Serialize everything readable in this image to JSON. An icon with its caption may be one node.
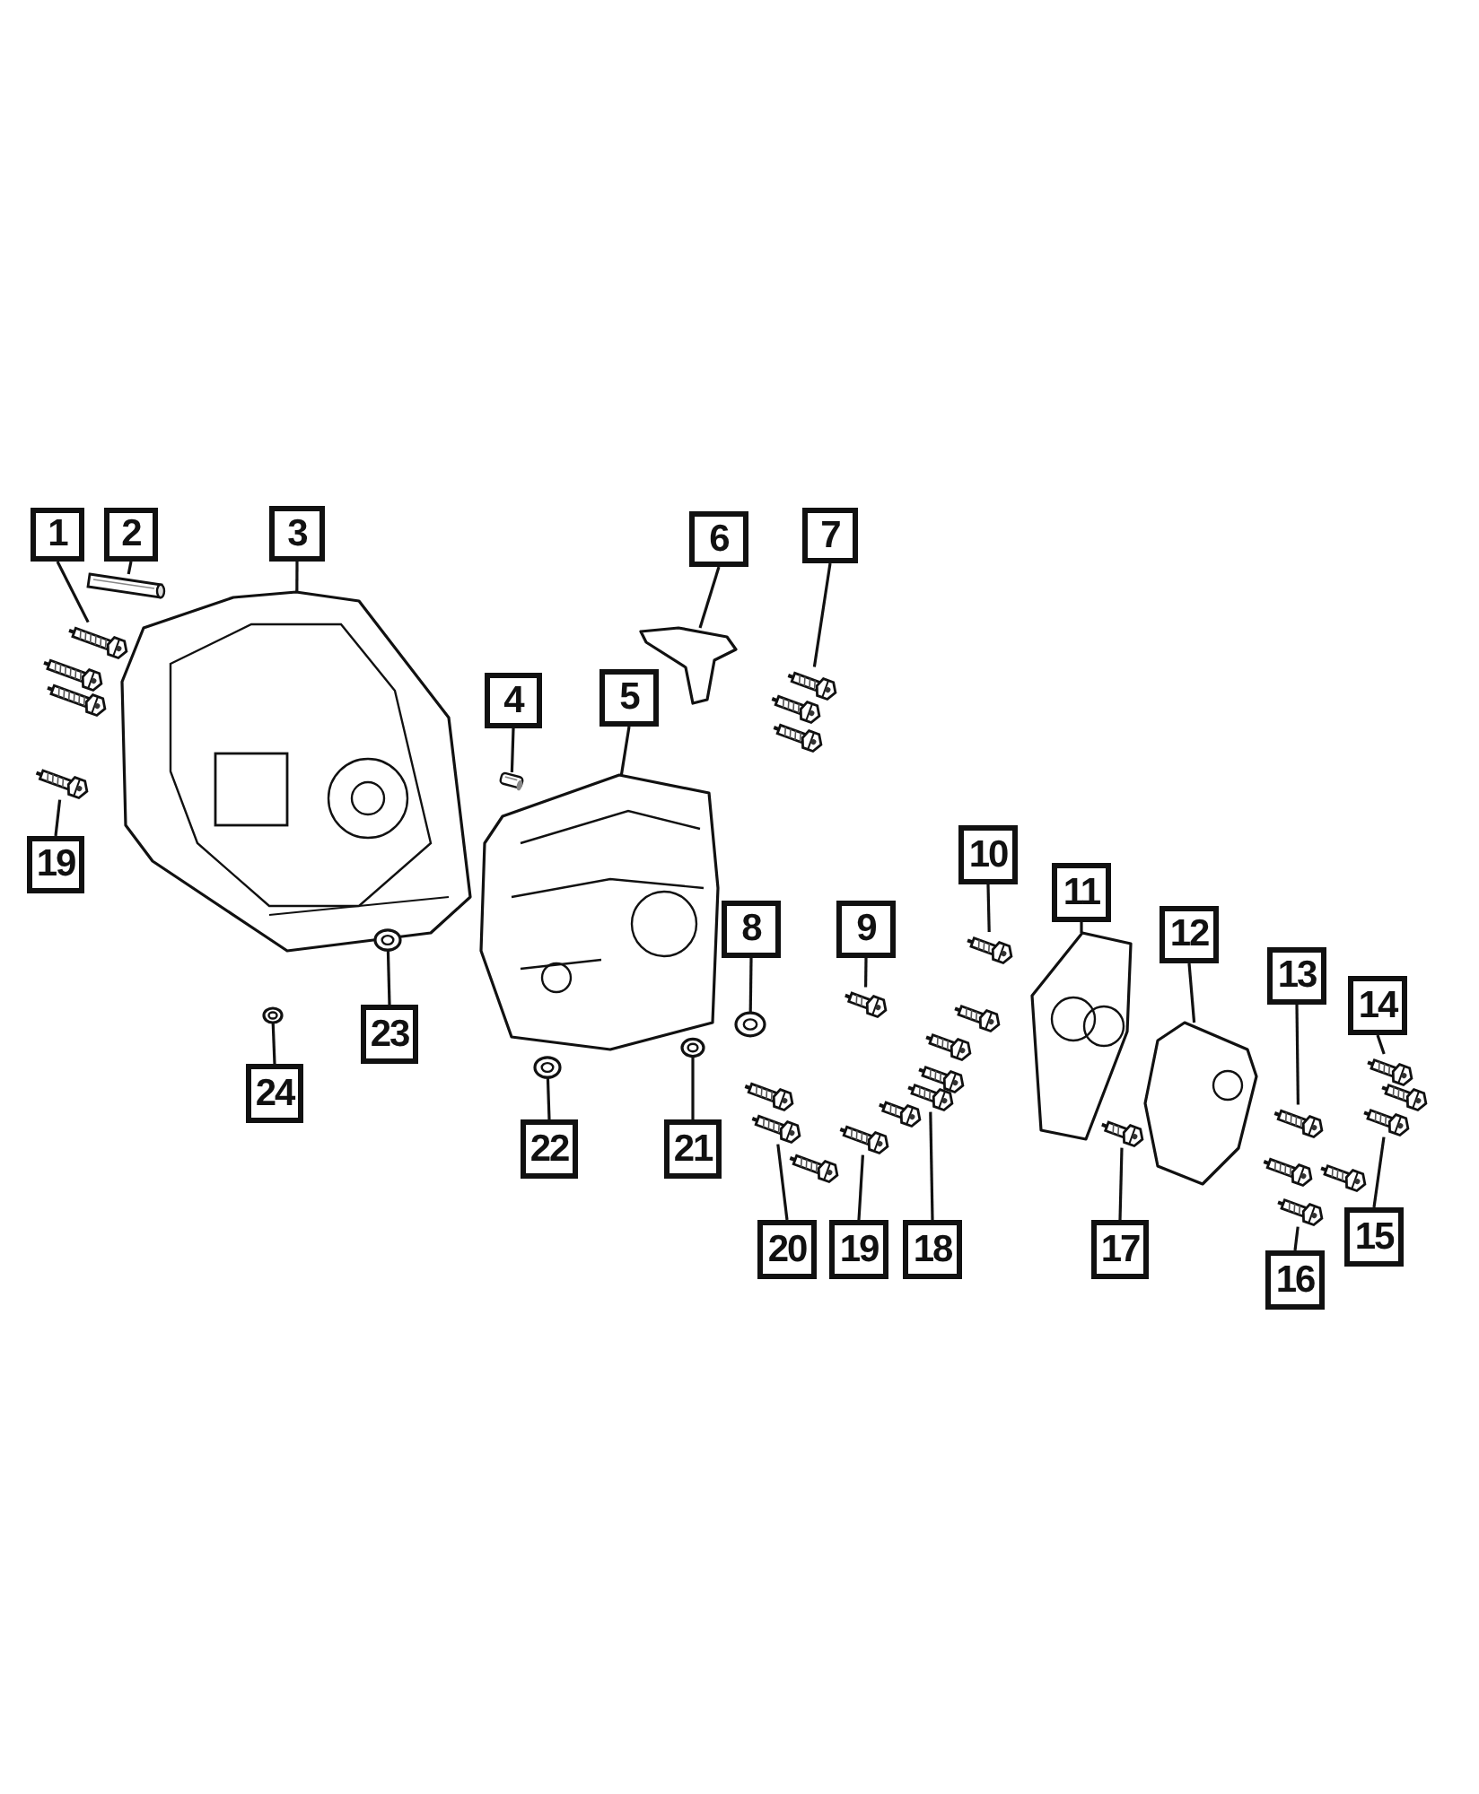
{
  "diagram": {
    "nodes": [
      {
        "text": [
          "1"
        ]
      },
      {
        "text": [
          "2"
        ]
      },
      {
        "text": [
          "3"
        ]
      },
      {
        "text": [
          "6"
        ]
      },
      {
        "text": [
          "7"
        ]
      },
      {
        "text": [
          "4"
        ]
      },
      {
        "text": [
          "5"
        ]
      },
      {
        "text": [
          "19"
        ]
      },
      {
        "text": [
          "10"
        ]
      },
      {
        "text": [
          "11"
        ]
      },
      {
        "text": [
          "8"
        ]
      },
      {
        "text": [
          "9"
        ]
      },
      {
        "text": [
          "12"
        ]
      },
      {
        "text": [
          "13"
        ]
      },
      {
        "text": [
          "14"
        ]
      },
      {
        "text": [
          "23"
        ]
      },
      {
        "text": [
          "24"
        ]
      },
      {
        "text": [
          "22"
        ]
      },
      {
        "text": [
          "21"
        ]
      },
      {
        "text": [
          "17"
        ]
      },
      {
        "text": [
          "15"
        ]
      },
      {
        "text": [
          "20"
        ]
      },
      {
        "text": [
          "19"
        ]
      },
      {
        "text": [
          "18"
        ]
      },
      {
        "text": [
          "16"
        ]
      },
      {
        "text": [],
        "shape": "picture"
      },
      {
        "text": [],
        "shape": "picture"
      },
      {
        "text": [],
        "shape": "picture"
      },
      {
        "text": [],
        "shape": "picture"
      },
      {
        "text": [],
        "shape": "picture"
      },
      {
        "text": [],
        "shape": "picture"
      },
      {
        "text": [],
        "shape": "picture"
      },
      {
        "text": [],
        "shape": "picture"
      },
      {
        "text": [],
        "shape": "picture"
      },
      {
        "text": [],
        "shape": "picture"
      },
      {
        "text": [],
        "shape": "picture"
      },
      {
        "text": [],
        "shape": "picture"
      },
      {
        "text": [],
        "shape": "picture"
      },
      {
        "text": [],
        "shape": "picture"
      },
      {
        "text": [],
        "shape": "picture"
      },
      {
        "text": [],
        "shape": "picture"
      },
      {
        "text": [],
        "shape": "picture"
      },
      {
        "text": [],
        "shape": "picture"
      },
      {
        "text": [],
        "shape": "picture"
      },
      {
        "text": [],
        "shape": "picture"
      },
      {
        "text": [],
        "shape": "picture"
      },
      {
        "text": [],
        "shape": "picture"
      },
      {
        "text": [],
        "shape": "picture"
      },
      {
        "text": [],
        "shape": "picture"
      },
      {
        "text": [],
        "shape": "picture"
      }
    ],
    "edges": [
      {
        "from": 0,
        "to": 25,
        "arrow": "none"
      },
      {
        "from": 1,
        "to": 26,
        "arrow": "none"
      },
      {
        "from": 2,
        "to": 27,
        "arrow": "none"
      },
      {
        "from": 3,
        "to": 28,
        "arrow": "none"
      },
      {
        "from": 4,
        "to": 29,
        "arrow": "none"
      },
      {
        "from": 5,
        "to": 30,
        "arrow": "none"
      },
      {
        "from": 6,
        "to": 31,
        "arrow": "none"
      },
      {
        "from": 7,
        "to": 32,
        "arrow": "none"
      },
      {
        "from": 8,
        "to": 33,
        "arrow": "none"
      },
      {
        "from": 9,
        "to": 34,
        "arrow": "none"
      },
      {
        "from": 10,
        "to": 35,
        "arrow": "none"
      },
      {
        "from": 11,
        "to": 36,
        "arrow": "none"
      },
      {
        "from": 12,
        "to": 37,
        "arrow": "none"
      },
      {
        "from": 13,
        "to": 38,
        "arrow": "none"
      },
      {
        "from": 14,
        "to": 39,
        "arrow": "none"
      },
      {
        "from": 15,
        "to": 40,
        "arrow": "none"
      },
      {
        "from": 16,
        "to": 41,
        "arrow": "none"
      },
      {
        "from": 17,
        "to": 42,
        "arrow": "none"
      },
      {
        "from": 18,
        "to": 43,
        "arrow": "none"
      },
      {
        "from": 19,
        "to": 44,
        "arrow": "none"
      },
      {
        "from": 20,
        "to": 45,
        "arrow": "none"
      },
      {
        "from": 21,
        "to": 46,
        "arrow": "none"
      },
      {
        "from": 22,
        "to": 47,
        "arrow": "none"
      },
      {
        "from": 23,
        "to": 48,
        "arrow": "none"
      },
      {
        "from": 24,
        "to": 49,
        "arrow": "none"
      }
    ]
  }
}
